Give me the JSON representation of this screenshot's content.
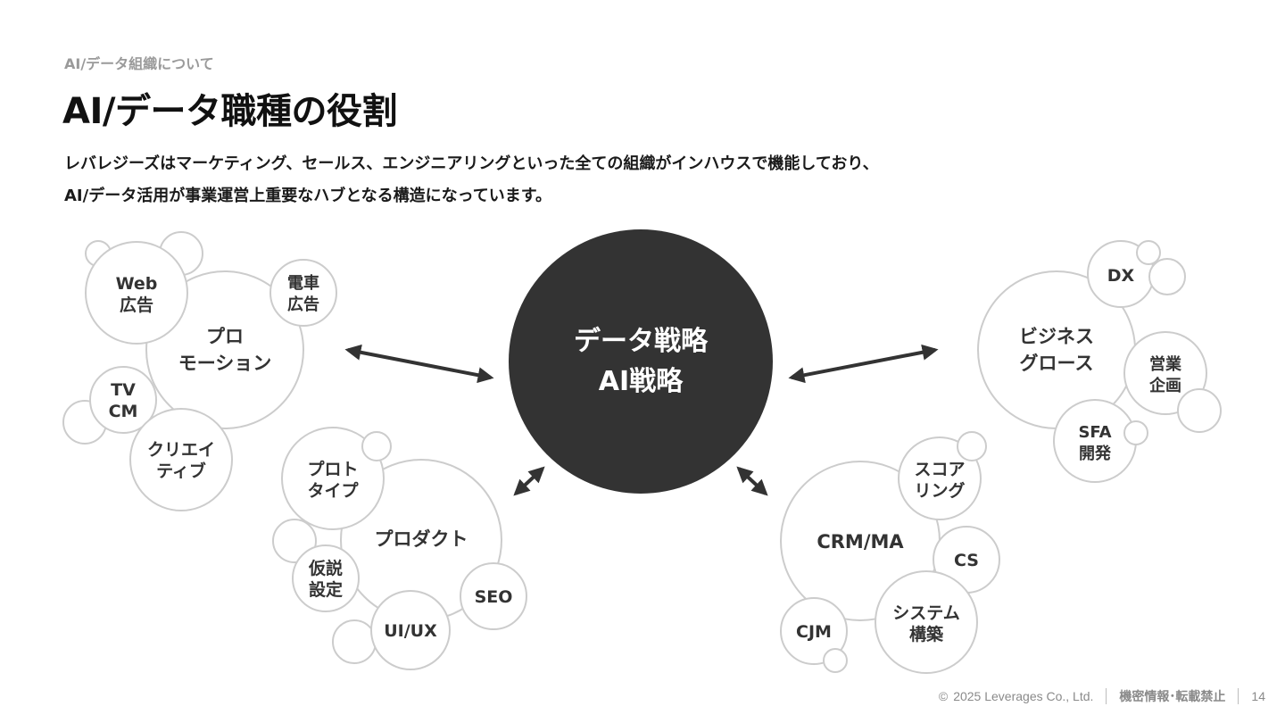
{
  "header": {
    "eyebrow": "AI/データ組織について",
    "title": "AI/データ職種の役割",
    "lead": [
      "レバレジーズはマーケティング、セールス、エンジニアリングといった全ての組織がインハウスで機能しており、",
      "AI/データ活用が事業運営上重要なハブとなる構造になっています。"
    ]
  },
  "center": {
    "lines": [
      "データ戦略",
      "AI戦略"
    ]
  },
  "clusters": [
    {
      "id": "promotion",
      "label": [
        "プロ",
        "モーション"
      ],
      "children": [
        {
          "id": "web-ad",
          "label": [
            "Web",
            "広告"
          ]
        },
        {
          "id": "train-ad",
          "label": [
            "電車",
            "広告"
          ]
        },
        {
          "id": "tv-cm",
          "label": [
            "TV",
            "CM"
          ]
        },
        {
          "id": "creative",
          "label": [
            "クリエイ",
            "ティブ"
          ]
        }
      ]
    },
    {
      "id": "product",
      "label": [
        "プロダクト"
      ],
      "children": [
        {
          "id": "prototype",
          "label": [
            "プロト",
            "タイプ"
          ]
        },
        {
          "id": "hypothesis",
          "label": [
            "仮説",
            "設定"
          ]
        },
        {
          "id": "uiux",
          "label": [
            "UI/UX"
          ]
        },
        {
          "id": "seo",
          "label": [
            "SEO"
          ]
        }
      ]
    },
    {
      "id": "business-growth",
      "label": [
        "ビジネス",
        "グロース"
      ],
      "children": [
        {
          "id": "dx",
          "label": [
            "DX"
          ]
        },
        {
          "id": "sales-planning",
          "label": [
            "営業",
            "企画"
          ]
        },
        {
          "id": "sfa",
          "label": [
            "SFA",
            "開発"
          ]
        }
      ]
    },
    {
      "id": "crm-ma",
      "label": [
        "CRM/MA"
      ],
      "children": [
        {
          "id": "scoring",
          "label": [
            "スコア",
            "リング"
          ]
        },
        {
          "id": "cs",
          "label": [
            "CS"
          ]
        },
        {
          "id": "system",
          "label": [
            "システム",
            "構築"
          ]
        },
        {
          "id": "cjm",
          "label": [
            "CJM"
          ]
        }
      ]
    }
  ],
  "footer": {
    "copyright_symbol": "©",
    "copyright": "2025 Leverages Co., Ltd.",
    "confidential": "機密情報･転載禁止",
    "page": "14"
  },
  "colors": {
    "center_fill": "#333333",
    "outline": "#cccccc",
    "arrow": "#333333",
    "text": "#1a1a1a",
    "muted": "#9a9a9a"
  }
}
